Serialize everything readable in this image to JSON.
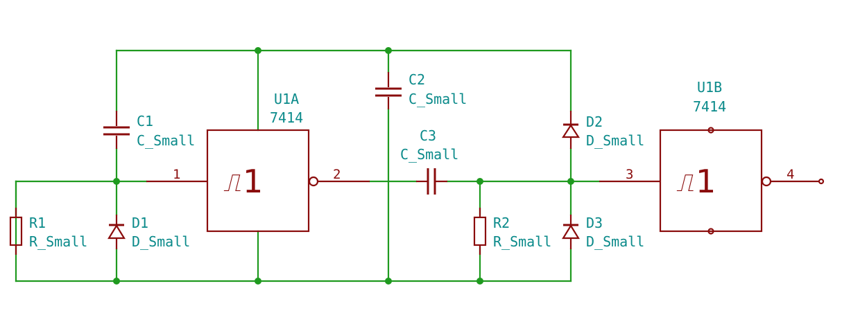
{
  "components": {
    "c1": {
      "ref": "C1",
      "value": "C_Small"
    },
    "c2": {
      "ref": "C2",
      "value": "C_Small"
    },
    "c3": {
      "ref": "C3",
      "value": "C_Small"
    },
    "r1": {
      "ref": "R1",
      "value": "R_Small"
    },
    "r2": {
      "ref": "R2",
      "value": "R_Small"
    },
    "d1": {
      "ref": "D1",
      "value": "D_Small"
    },
    "d2": {
      "ref": "D2",
      "value": "D_Small"
    },
    "d3": {
      "ref": "D3",
      "value": "D_Small"
    },
    "u1a": {
      "ref": "U1A",
      "value": "7414",
      "symbol": "1",
      "schmitt": "⎍"
    },
    "u1b": {
      "ref": "U1B",
      "value": "7414",
      "symbol": "1",
      "schmitt": "⎍"
    }
  },
  "pins": {
    "u1a_in": "1",
    "u1a_out": "2",
    "u1b_in": "3",
    "u1b_out": "4"
  },
  "colors": {
    "wire": "#1f9a1f",
    "component": "#8a0c0c",
    "label": "#0a8a8a",
    "background": "#ffffff"
  }
}
